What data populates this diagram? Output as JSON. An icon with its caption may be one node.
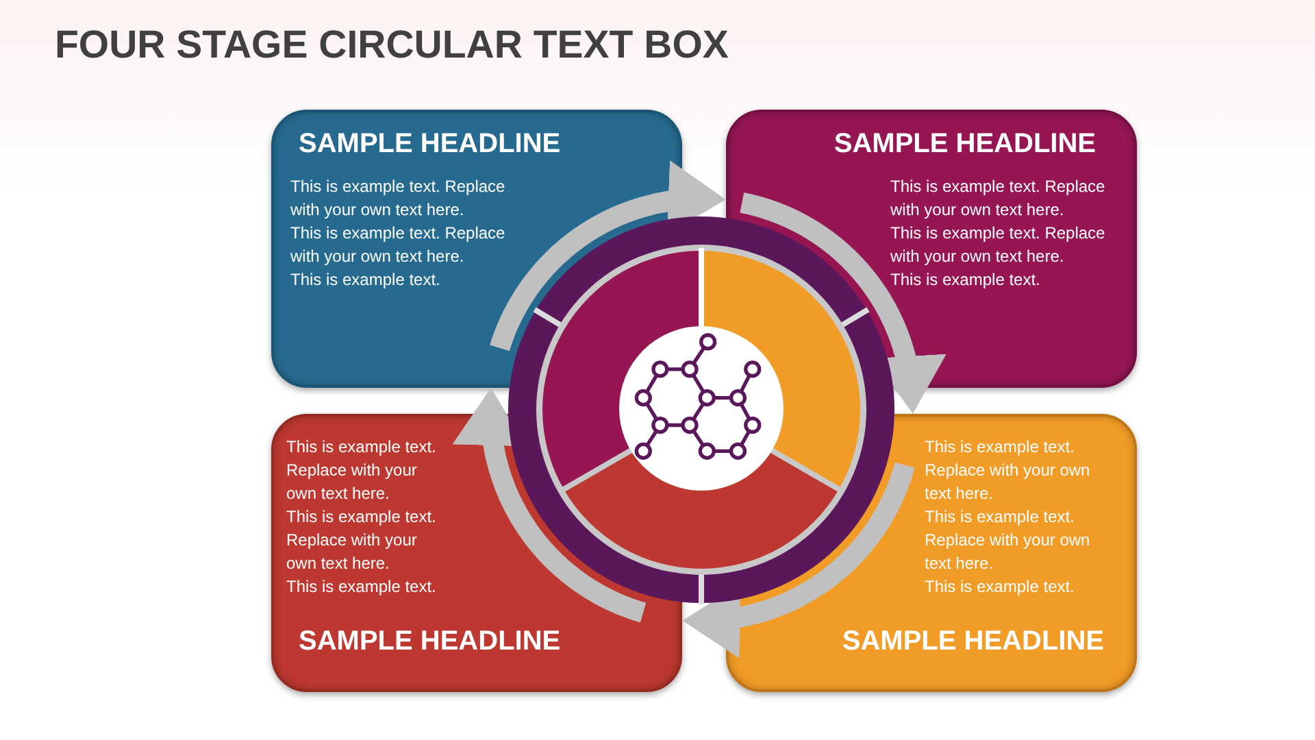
{
  "diagram": {
    "title": "FOUR STAGE CIRCULAR TEXT BOX",
    "nodes": [
      {
        "text": [
          "SAMPLE HEADLINE",
          "This is example text. Replace with your own text here.",
          "This is example text. Replace with your own text here.",
          "This is example text."
        ]
      },
      {
        "text": [
          "SAMPLE HEADLINE",
          "This is example text. Replace with your own text here.",
          "This is example text. Replace with your own text here.",
          "This is example text."
        ]
      },
      {
        "text": [
          "This is example text. Replace with your own text here.",
          "This is example text. Replace with your own text here.",
          "This is example text.",
          "SAMPLE HEADLINE"
        ]
      },
      {
        "text": [
          "This is example text. Replace with your own text here.",
          "This is example text. Replace with your own text here.",
          "This is example text.",
          "SAMPLE HEADLINE"
        ]
      }
    ],
    "edges": [
      {
        "from": 0,
        "to": 1,
        "arrow": "to"
      },
      {
        "from": 1,
        "to": 3,
        "arrow": "to"
      },
      {
        "from": 3,
        "to": 2,
        "arrow": "to"
      },
      {
        "from": 2,
        "to": 0,
        "arrow": "to"
      }
    ]
  }
}
